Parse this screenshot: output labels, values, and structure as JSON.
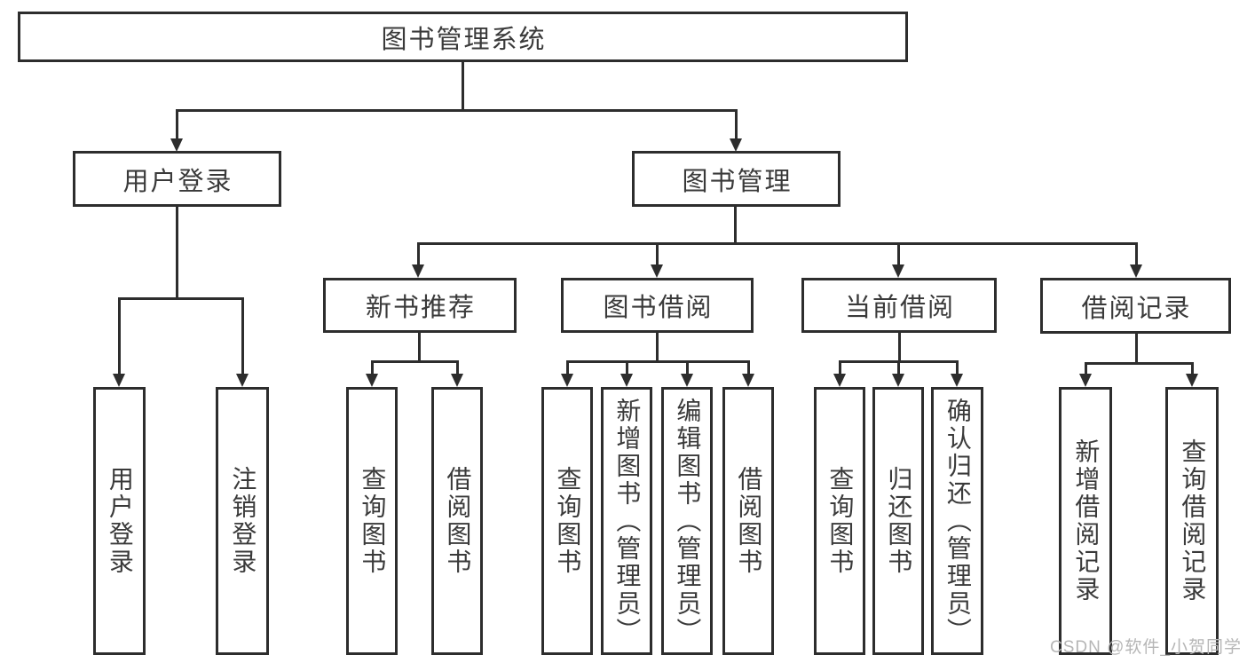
{
  "diagram": {
    "title": "图书管理系统",
    "branches": [
      {
        "label": "用户登录",
        "children": [
          "用户登录",
          "注销登录"
        ]
      },
      {
        "label": "图书管理",
        "children": [
          {
            "label": "新书推荐",
            "children": [
              "查询图书",
              "借阅图书"
            ]
          },
          {
            "label": "图书借阅",
            "children": [
              "查询图书",
              "新增图书（管理员）",
              "编辑图书（管理员）",
              "借阅图书"
            ]
          },
          {
            "label": "当前借阅",
            "children": [
              "查询图书",
              "归还图书",
              "确认归还（管理员）"
            ]
          },
          {
            "label": "借阅记录",
            "children": [
              "新增借阅记录",
              "查询借阅记录"
            ]
          }
        ]
      }
    ]
  },
  "watermark": {
    "text": "CSDN @软件_小贺同学"
  },
  "colors": {
    "line": "#2d2d2d",
    "text": "#3a3a3a",
    "watermark": "#b6b6b6",
    "background": "#ffffff"
  }
}
